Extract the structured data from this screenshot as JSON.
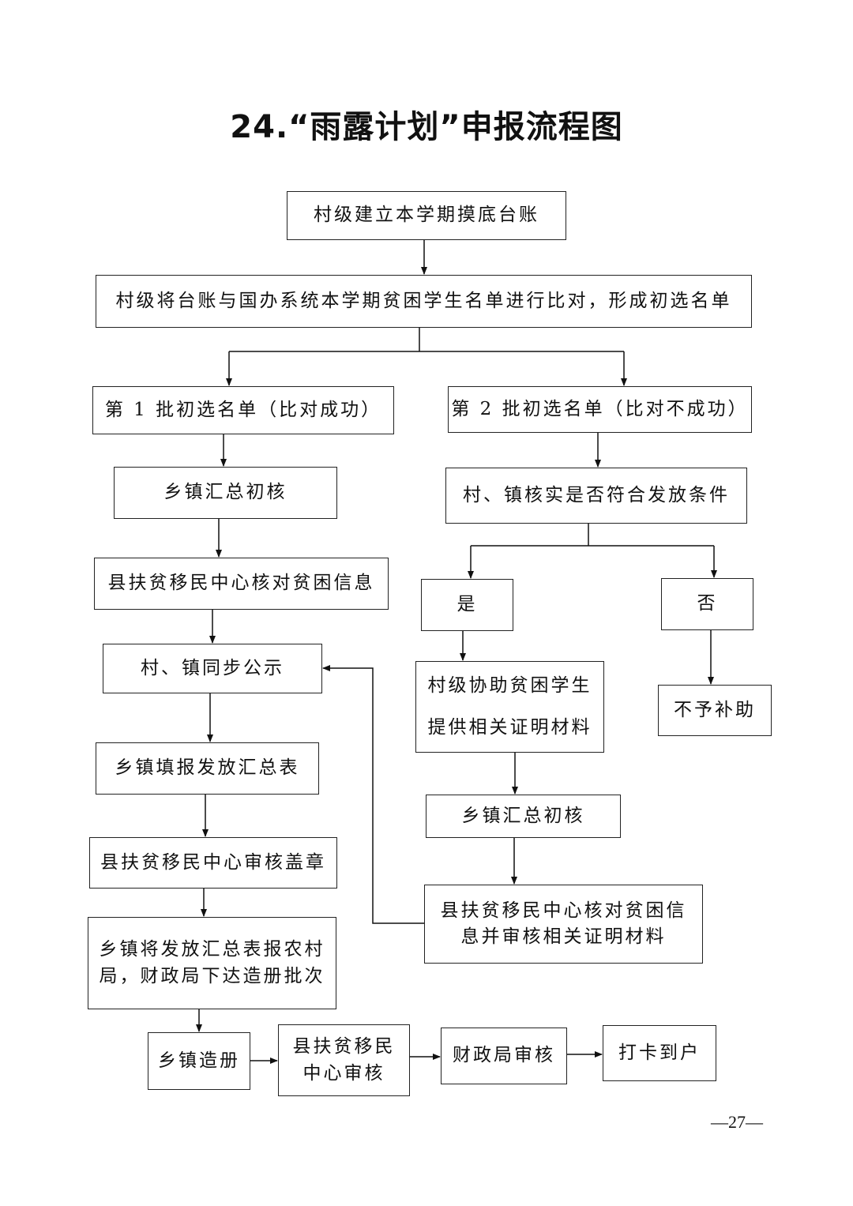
{
  "title": "24.“雨露计划”申报流程图",
  "nodes": {
    "n1": "村级建立本学期摸底台账",
    "n2": "村级将台账与国办系统本学期贫困学生名单进行比对，形成初选名单",
    "n3": "第 1 批初选名单（比对成功）",
    "n4": "第 2 批初选名单（比对不成功）",
    "n5": "乡镇汇总初核",
    "n6": "村、镇核实是否符合发放条件",
    "n7": "县扶贫移民中心核对贫困信息",
    "n8": "是",
    "n9": "否",
    "n10": "村、镇同步公示",
    "n11": [
      "村级协助贫困学生",
      "提供相关证明材料"
    ],
    "n12": "不予补助",
    "n13": "乡镇填报发放汇总表",
    "n14": "乡镇汇总初核",
    "n15": "县扶贫移民中心审核盖章",
    "n16": [
      "县扶贫移民中心核对贫困信",
      "息并审核相关证明材料"
    ],
    "n17": [
      "乡镇将发放汇总表报农村",
      "局，财政局下达造册批次"
    ],
    "n18": "乡镇造册",
    "n19": [
      "县扶贫移民",
      "中心审核"
    ],
    "n20": "财政局审核",
    "n21": "打卡到户"
  },
  "page_number": "—27—"
}
